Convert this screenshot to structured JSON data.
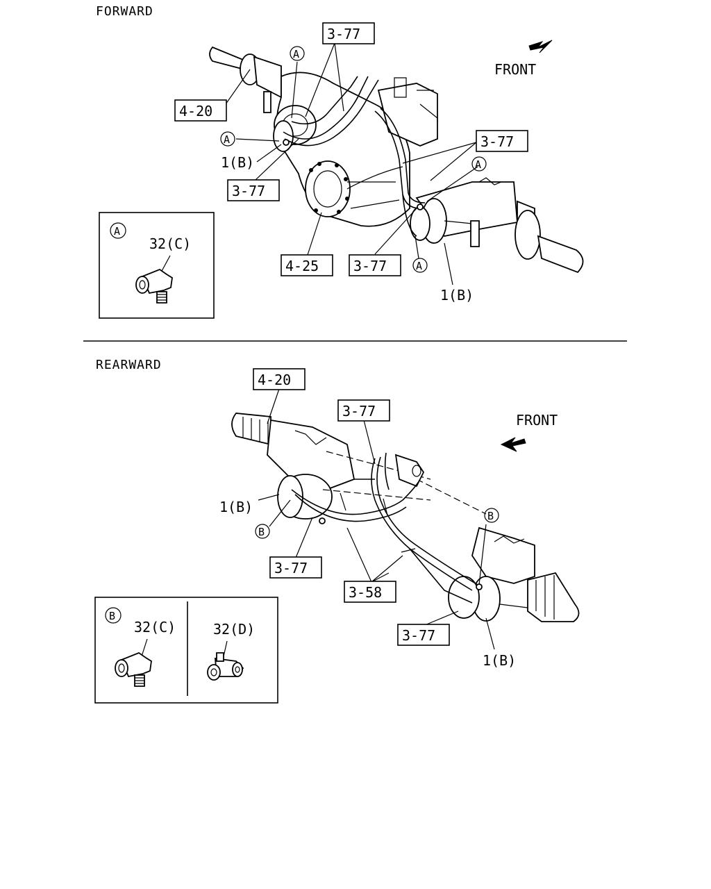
{
  "sections": {
    "forward": {
      "title": "FORWARD",
      "front_label": "FRONT",
      "refs": {
        "r_4_20": "4-20",
        "r_3_77_top": "3-77",
        "r_3_77_right": "3-77",
        "r_3_77_left": "3-77",
        "r_3_77_bottom": "3-77",
        "r_4_25": "4-25"
      },
      "part_labels": {
        "p1b_left": "1(B)",
        "p1b_right": "1(B)"
      },
      "callout_letter": "A",
      "inset": {
        "letter": "A",
        "part": "32(C)"
      }
    },
    "rearward": {
      "title": "REARWARD",
      "front_label": "FRONT",
      "refs": {
        "r_4_20": "4-20",
        "r_3_77_top": "3-77",
        "r_3_77_left": "3-77",
        "r_3_58": "3-58",
        "r_3_77_bottom": "3-77"
      },
      "part_labels": {
        "p1b_left": "1(B)",
        "p1b_right": "1(B)"
      },
      "callout_letter": "B",
      "inset": {
        "letter": "B",
        "part_left": "32(C)",
        "part_right": "32(D)"
      }
    }
  }
}
